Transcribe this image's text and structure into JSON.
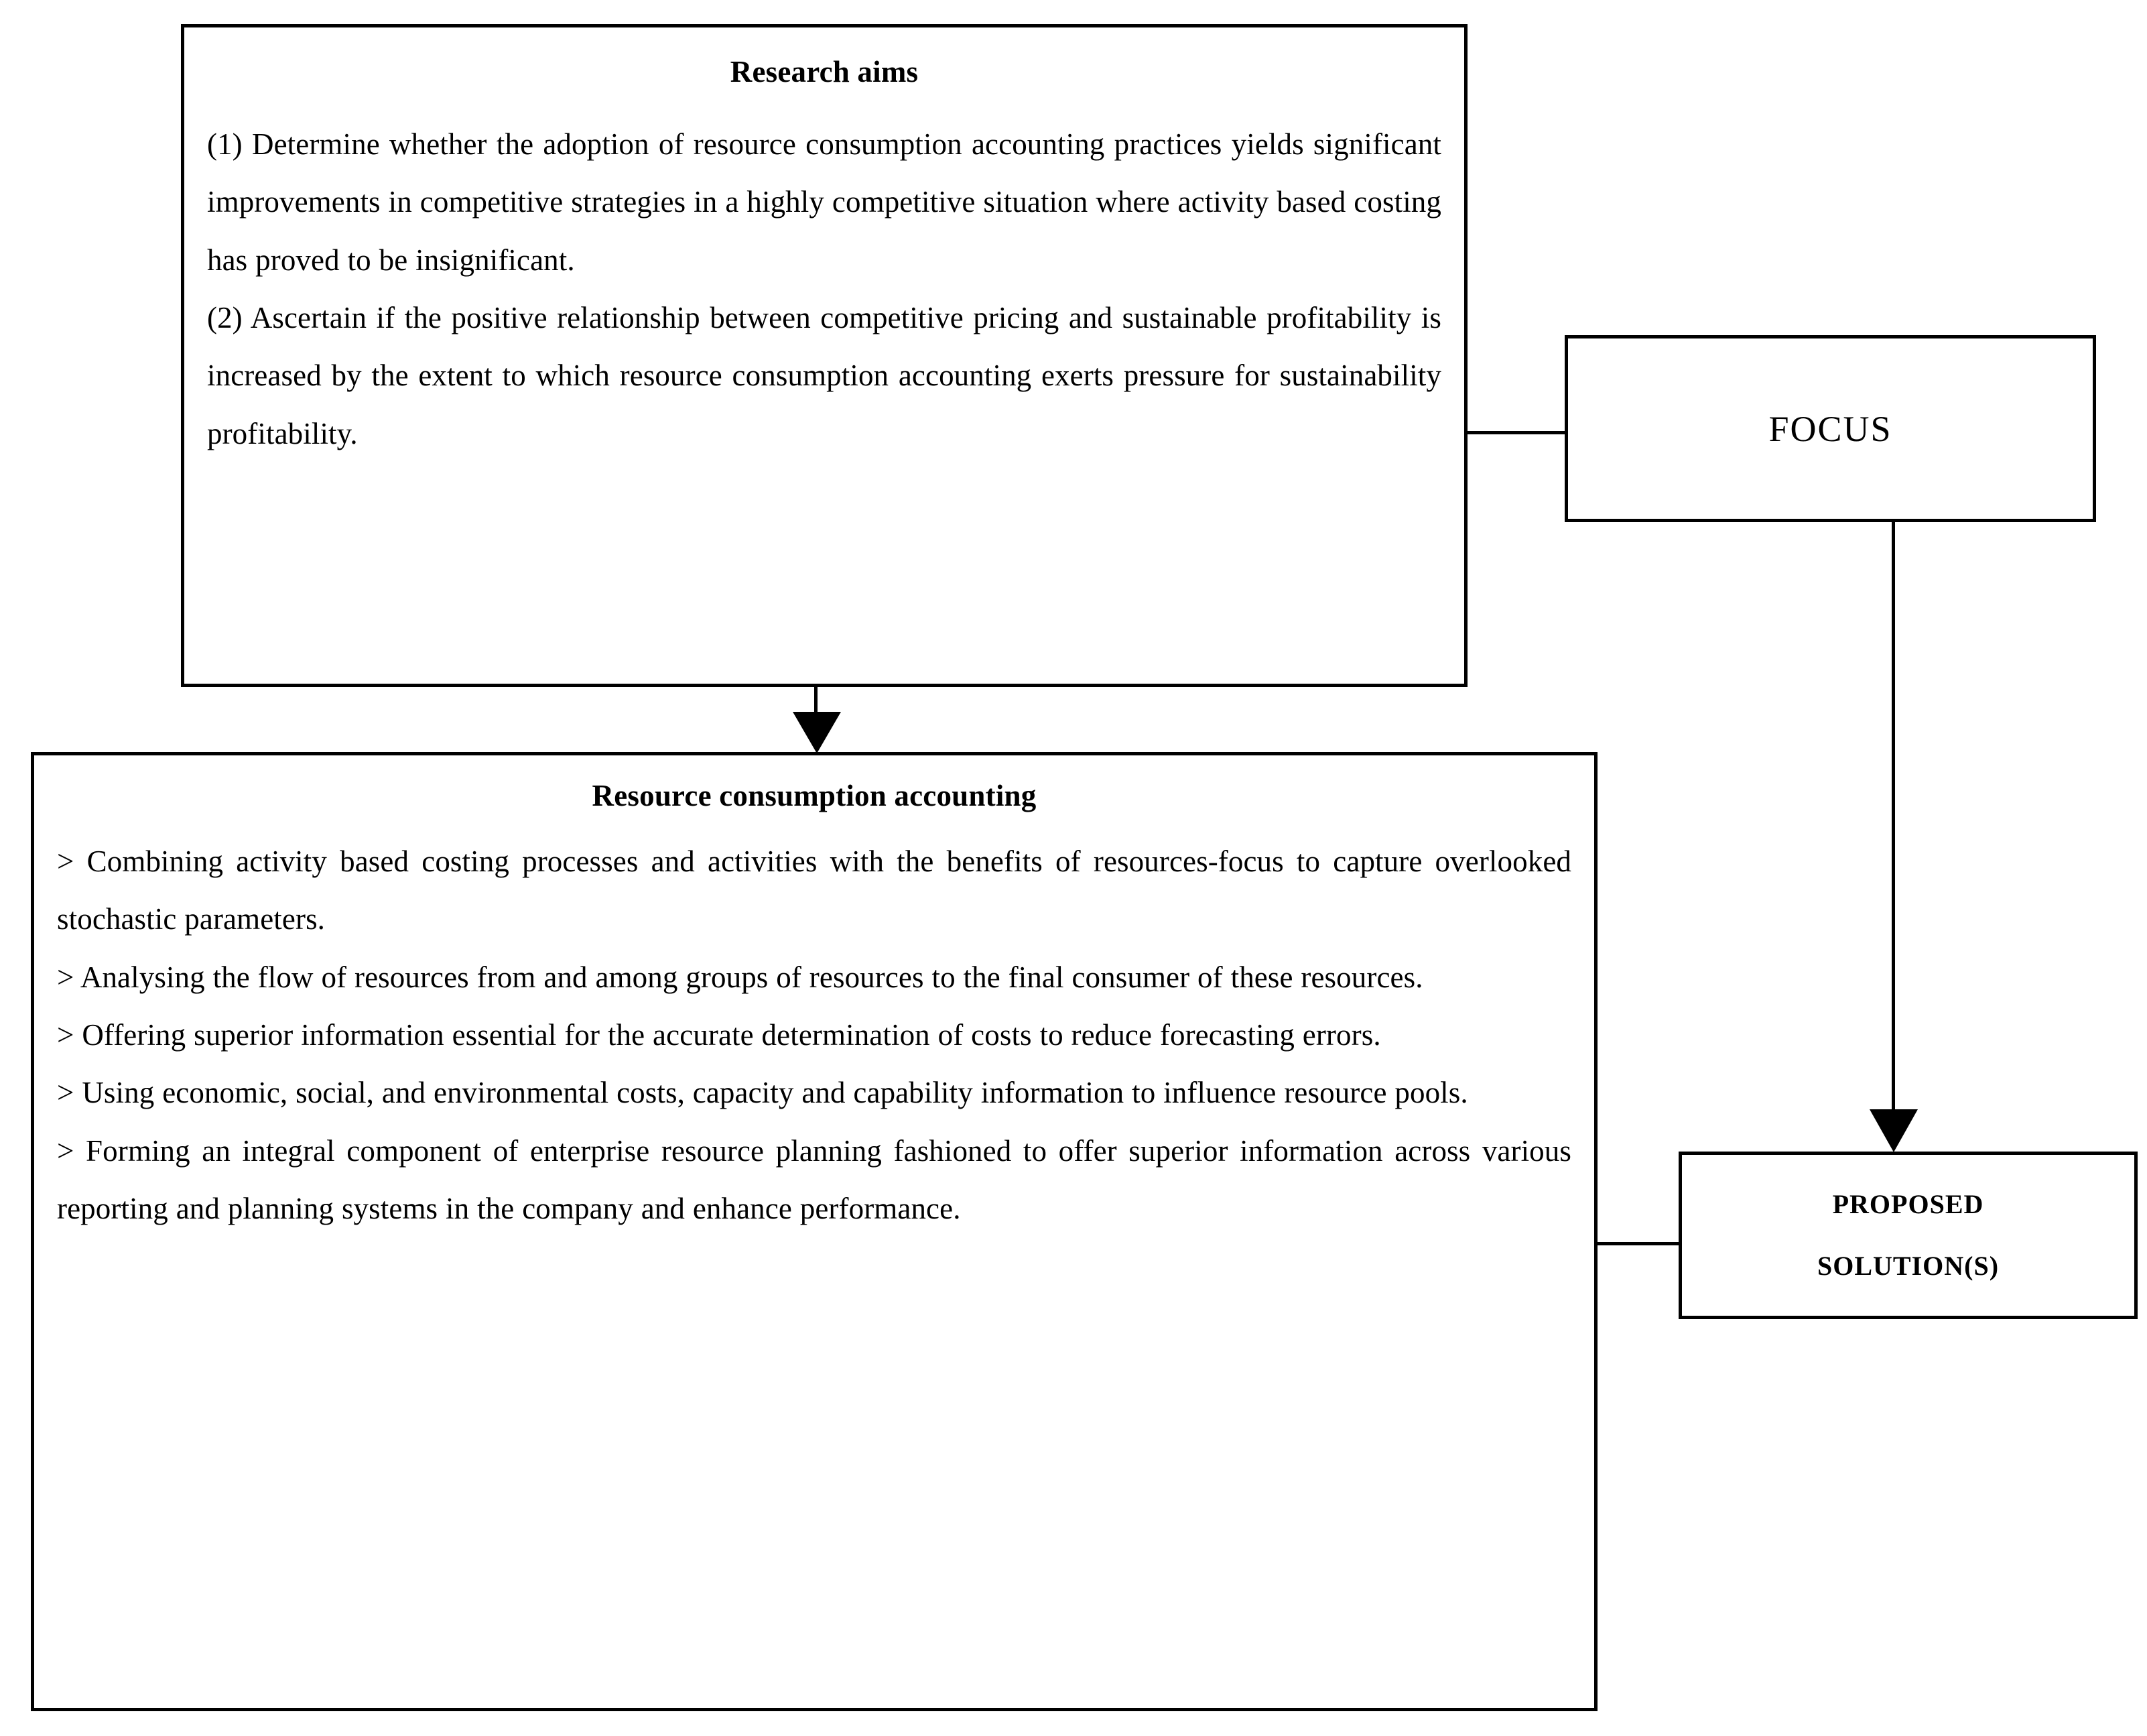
{
  "diagram": {
    "type": "flowchart",
    "nodes": {
      "research_aims": {
        "title": "Research aims",
        "paragraphs": [
          "(1) Determine whether the adoption of resource consumption accounting practices yields  significant improvements in competitive strategies in a highly competitive situation where activity based costing has proved to be insignificant.",
          "(2) Ascertain if the positive relationship between competitive pricing and sustainable profitability is increased by the extent to which resource consumption accounting exerts pressure for sustainability profitability."
        ]
      },
      "resource_consumption_accounting": {
        "title": "Resource consumption accounting",
        "bullets": [
          "> Combining activity based costing processes and activities with the benefits of resources-focus to capture overlooked stochastic parameters.",
          "> Analysing the flow of resources from and among groups of resources to the final consumer of these resources.",
          "> Offering superior information essential for the accurate determination of costs to reduce forecasting errors.",
          "> Using economic, social, and environmental costs, capacity and capability information to influence resource pools.",
          "> Forming an integral component of enterprise resource planning fashioned to offer superior information across various reporting and planning systems in the company and enhance performance."
        ]
      },
      "focus": {
        "label": "FOCUS"
      },
      "proposed_solution": {
        "line1": "PROPOSED",
        "line2": "SOLUTION(S)"
      }
    },
    "connectors": [
      {
        "from": "research_aims",
        "to": "focus",
        "style": "plain-line",
        "orientation": "horizontal"
      },
      {
        "from": "focus",
        "to": "proposed_solution",
        "style": "arrow",
        "orientation": "vertical"
      },
      {
        "from": "research_aims",
        "to": "resource_consumption_accounting",
        "style": "arrow",
        "orientation": "vertical"
      },
      {
        "from": "resource_consumption_accounting",
        "to": "proposed_solution",
        "style": "plain-line",
        "orientation": "horizontal"
      }
    ],
    "colors": {
      "background": "#ffffff",
      "stroke": "#000000",
      "text": "#000000"
    }
  }
}
